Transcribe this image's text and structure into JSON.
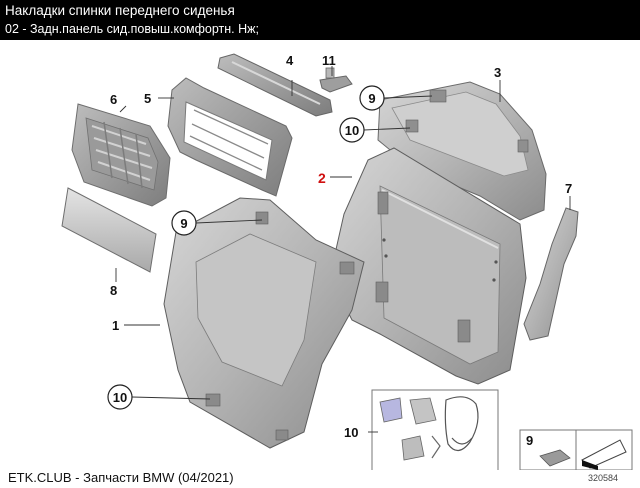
{
  "header": {
    "title": "Накладки спинки переднего сиденья",
    "subtitle": "02 - Задн.панель сид.повыш.комфортн. Нж;"
  },
  "diagram": {
    "callouts": [
      {
        "id": "1",
        "label": "1",
        "circled": false
      },
      {
        "id": "2",
        "label": "2",
        "circled": false,
        "highlighted": true
      },
      {
        "id": "3",
        "label": "3",
        "circled": false
      },
      {
        "id": "4",
        "label": "4",
        "circled": false
      },
      {
        "id": "5",
        "label": "5",
        "circled": false
      },
      {
        "id": "6",
        "label": "6",
        "circled": false
      },
      {
        "id": "7",
        "label": "7",
        "circled": false
      },
      {
        "id": "8",
        "label": "8",
        "circled": false
      },
      {
        "id": "9a",
        "label": "9",
        "circled": true
      },
      {
        "id": "9b",
        "label": "9",
        "circled": true
      },
      {
        "id": "10a",
        "label": "10",
        "circled": true
      },
      {
        "id": "10b",
        "label": "10",
        "circled": true
      },
      {
        "id": "10c",
        "label": "10",
        "circled": false
      },
      {
        "id": "11",
        "label": "11",
        "circled": false
      },
      {
        "id": "9-box",
        "label": "9",
        "circled": false
      }
    ],
    "highlight_color": "#d01010",
    "part_color": "#a8a8a8"
  },
  "footer": {
    "source": "ETK.CLUB - Запчасти BMW (04/2021)",
    "diagram_number": "320584"
  }
}
